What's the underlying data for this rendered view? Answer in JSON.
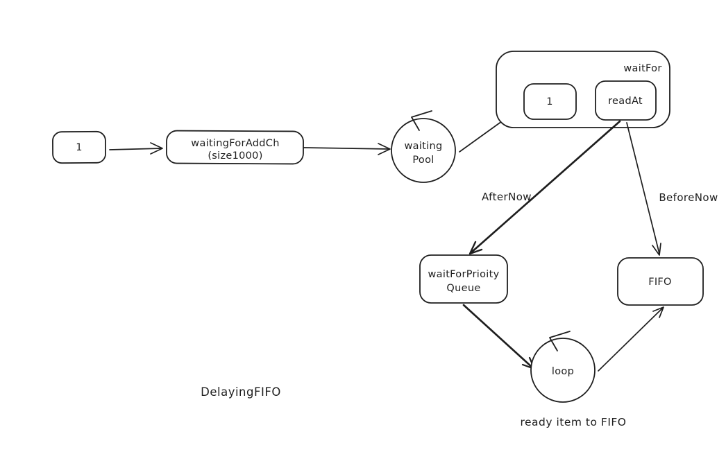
{
  "diagram_title": "DelayingFIFO",
  "nodes": {
    "source": {
      "label": "1"
    },
    "waiting_for_add_ch": {
      "line1": "waitingForAddCh",
      "line2": "(size1000)"
    },
    "waiting_pool": {
      "line1": "waiting",
      "line2": "Pool"
    },
    "wait_for_group": {
      "label": "waitFor"
    },
    "wait_for_slot": {
      "label": "1"
    },
    "read_at": {
      "label": "readAt"
    },
    "wait_for_priority_queue": {
      "line1": "waitForPrioity",
      "line2": "Queue"
    },
    "fifo": {
      "label": "FIFO"
    },
    "loop": {
      "label": "loop"
    }
  },
  "edge_labels": {
    "after_now": "AfterNow",
    "before_now": "BeforeNow"
  },
  "captions": {
    "loop_note": "ready item to FIFO"
  },
  "colors": {
    "stroke": "#1e1e1e",
    "background": "#ffffff"
  }
}
